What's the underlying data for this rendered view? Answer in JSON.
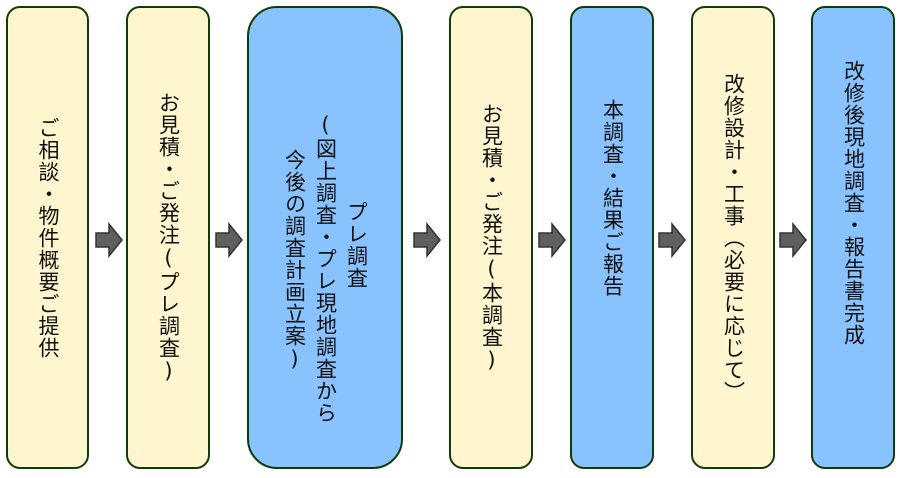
{
  "title": "調査フロー",
  "colors": {
    "client_step_fill": "#fff6cf",
    "survey_step_fill": "#88c3ff",
    "border": "#0f3d0a",
    "arrow": "#5f5f5f"
  },
  "steps": [
    {
      "id": "consultation",
      "type": "client",
      "lines": [
        "ご相談・物件概要ご提供"
      ]
    },
    {
      "id": "estimate-pre",
      "type": "client",
      "lines": [
        "お見積・ご発注(プレ調査)"
      ]
    },
    {
      "id": "pre-survey",
      "type": "survey",
      "lines": [
        "プレ調査",
        "(図上調査・プレ現地調査から",
        "今後の調査計画立案)"
      ]
    },
    {
      "id": "estimate-main",
      "type": "client",
      "lines": [
        "お見積・ご発注(本調査)"
      ]
    },
    {
      "id": "main-survey",
      "type": "survey",
      "lines": [
        "本調査・結果ご報告"
      ]
    },
    {
      "id": "renovation",
      "type": "client",
      "lines": [
        "改修設計・工事（必要に応じて）"
      ]
    },
    {
      "id": "post-survey",
      "type": "survey",
      "lines": [
        "改修後現地調査・報告書完成"
      ]
    }
  ],
  "arrow_icon": "right-arrow-icon"
}
